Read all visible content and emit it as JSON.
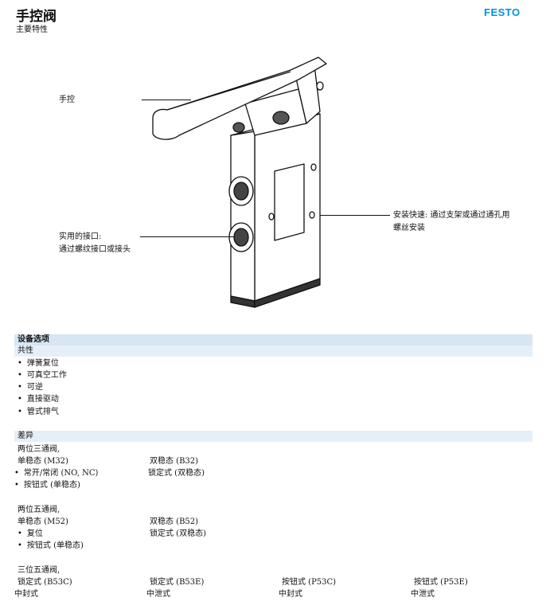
{
  "header": {
    "title": "手控阀",
    "subtitle": "主要特性",
    "brand": "FESTO",
    "brand_color": "#0091dc"
  },
  "illustration": {
    "callout_manual": "手控",
    "callout_ports_line1": "实用的接口:",
    "callout_ports_line2": "通过螺纹接口或接头",
    "callout_mount_line1": "安装快速: 通过支架或通过通孔用",
    "callout_mount_line2": "螺丝安装"
  },
  "options": {
    "heading": "设备选项",
    "common_heading": "共性",
    "common_items": [
      "弹簧复位",
      "可真空工作",
      "可逆",
      "直接驱动",
      "管式排气"
    ],
    "diff_heading": "差异",
    "group1": {
      "title": "两位三通阀,",
      "col1_head": "单稳态 (M32)",
      "col2_head": "双稳态 (B32)",
      "col1_items": [
        "常开/常闭 (NO, NC)",
        "按钮式 (单稳态)"
      ],
      "col2_items": [
        "锁定式 (双稳态)"
      ]
    },
    "group2": {
      "title": "两位五通阀,",
      "col1_head": "单稳态 (M52)",
      "col2_head": "双稳态 (B52)",
      "col1_items": [
        "复位",
        "按钮式 (单稳态)"
      ],
      "col2_items": [
        "锁定式 (双稳态)"
      ]
    },
    "group3": {
      "title": "三位五通阀,",
      "cols": [
        {
          "head": "锁定式 (B53C)",
          "sub": "中封式"
        },
        {
          "head": "锁定式 (B53E)",
          "sub": "中泄式"
        },
        {
          "head": "按钮式 (P53C)",
          "sub": "中封式"
        },
        {
          "head": "按钮式 (P53E)",
          "sub": "中泄式"
        }
      ]
    }
  }
}
